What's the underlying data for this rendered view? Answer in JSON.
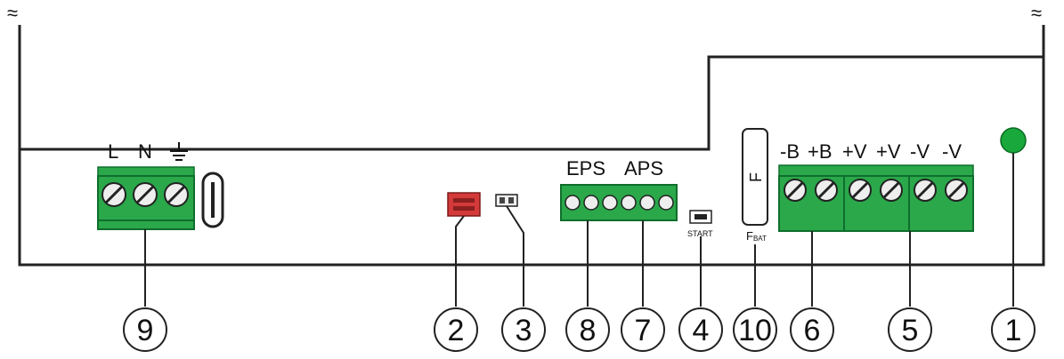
{
  "diagram": {
    "mains_terminal": {
      "labels": [
        "L",
        "N"
      ],
      "earth_symbol": "earth-ground-icon"
    },
    "signal_terminal_labels": [
      "EPS",
      "APS"
    ],
    "battery_terminal_labels": [
      "-B",
      "+B",
      "+V",
      "+V",
      "-V",
      "-V"
    ],
    "start_label": "START",
    "fuse": {
      "label": "F",
      "caption_main": "F",
      "caption_sub": "BAT"
    },
    "callouts": [
      "9",
      "2",
      "3",
      "8",
      "7",
      "4",
      "10",
      "6",
      "5",
      "1"
    ],
    "colors": {
      "terminal_green": "#2aa84a",
      "terminal_dark": "#0f6e2c",
      "connector_red": "#d43a3a",
      "led_green": "#19a83b"
    }
  }
}
